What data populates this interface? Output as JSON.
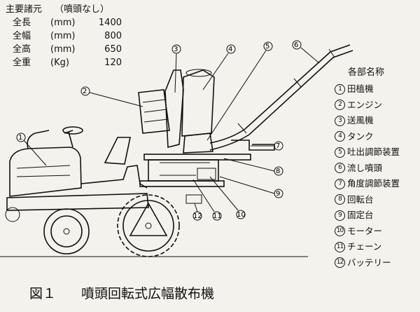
{
  "specs": {
    "title": "主要諸元",
    "note": "（噴頭なし）",
    "rows": [
      {
        "label": "全長",
        "unit": "(mm)",
        "value": "1400"
      },
      {
        "label": "全幅",
        "unit": "(mm)",
        "value": "800"
      },
      {
        "label": "全高",
        "unit": "(mm)",
        "value": "650"
      },
      {
        "label": "全重",
        "unit": "(Kg)",
        "value": "120"
      }
    ]
  },
  "parts_title": "各部名称",
  "parts": [
    {
      "num": "1",
      "name": "田植機"
    },
    {
      "num": "2",
      "name": "エンジン"
    },
    {
      "num": "3",
      "name": "送風機"
    },
    {
      "num": "4",
      "name": "タンク"
    },
    {
      "num": "5",
      "name": "吐出調節装置"
    },
    {
      "num": "6",
      "name": "流し噴頭"
    },
    {
      "num": "7",
      "name": "角度調節装置"
    },
    {
      "num": "8",
      "name": "回転台"
    },
    {
      "num": "9",
      "name": "固定台"
    },
    {
      "num": "10",
      "name": "モーター"
    },
    {
      "num": "11",
      "name": "チェーン"
    },
    {
      "num": "12",
      "name": "バッテリー"
    }
  ],
  "caption": {
    "fig": "図１",
    "title": "噴頭回転式広幅散布機"
  }
}
